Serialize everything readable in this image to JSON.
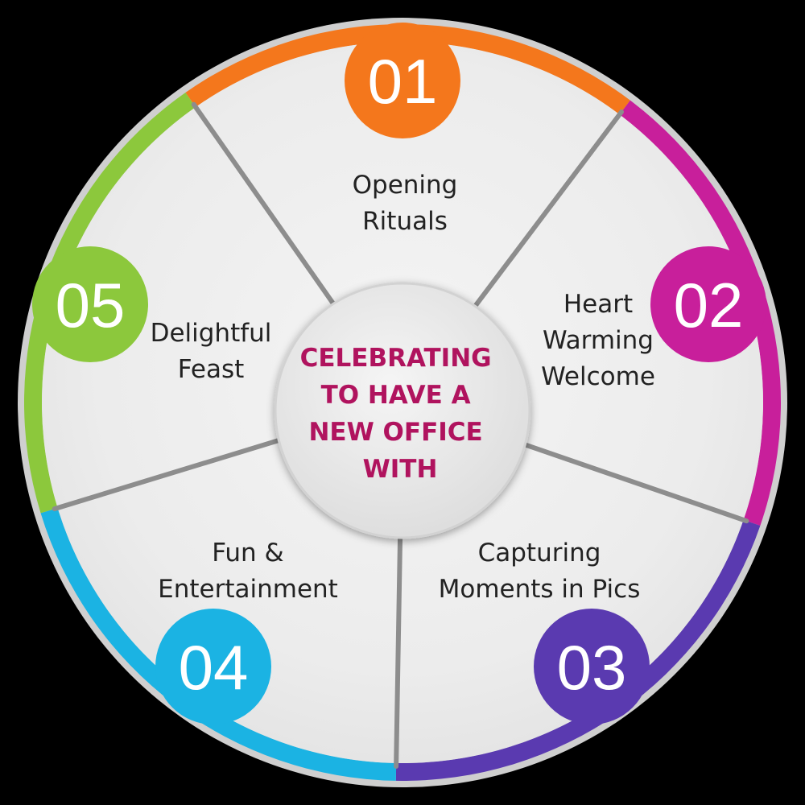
{
  "center": {
    "lines": [
      "CELEBRATING",
      "TO HAVE A",
      "NEW OFFICE",
      "WITH"
    ],
    "color": "#b0135e"
  },
  "segments": [
    {
      "number": "01",
      "label_lines": [
        "Opening",
        "Rituals"
      ],
      "color": "#f4771c"
    },
    {
      "number": "02",
      "label_lines": [
        "Heart",
        "Warming",
        "Welcome"
      ],
      "color": "#c81f9b"
    },
    {
      "number": "03",
      "label_lines": [
        "Capturing",
        "Moments in Pics"
      ],
      "color": "#5a3ab0"
    },
    {
      "number": "04",
      "label_lines": [
        "Fun &",
        "Entertainment"
      ],
      "color": "#1bb3e3"
    },
    {
      "number": "05",
      "label_lines": [
        "Delightful",
        "Feast"
      ],
      "color": "#8cc83c"
    }
  ]
}
